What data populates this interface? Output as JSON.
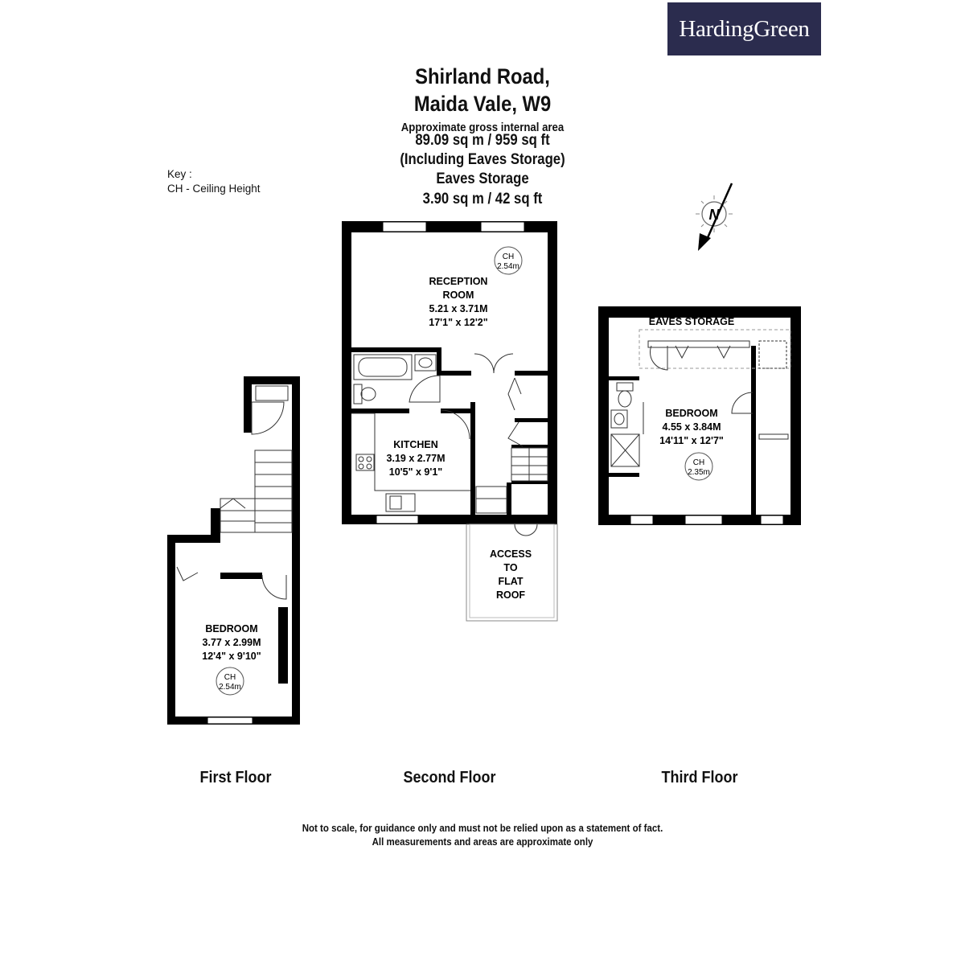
{
  "brand": {
    "logo_text": "HardingGreen",
    "bg_color": "#2b2c4e",
    "text_color": "#ffffff"
  },
  "header": {
    "address_line1": "Shirland Road,",
    "address_line2": "Maida Vale, W9",
    "area_label": "Approximate gross internal area",
    "area_value": "89.09 sq m / 959 sq ft",
    "area_note": "(Including Eaves Storage)",
    "eaves_label": "Eaves Storage",
    "eaves_value": "3.90 sq m / 42 sq ft"
  },
  "key": {
    "title": "Key :",
    "ch": "CH - Ceiling Height"
  },
  "compass": {
    "label": "N",
    "icon": "north-arrow-icon"
  },
  "rooms": {
    "reception": {
      "name1": "RECEPTION",
      "name2": "ROOM",
      "metric": "5.21 x 3.71M",
      "imperial": "17'1\" x 12'2\"",
      "ch_label": "CH",
      "ch_value": "2.54m"
    },
    "kitchen": {
      "name": "KITCHEN",
      "metric": "3.19 x 2.77M",
      "imperial": "10'5\" x 9'1\""
    },
    "access": {
      "line1": "ACCESS",
      "line2": "TO",
      "line3": "FLAT",
      "line4": "ROOF"
    },
    "bedroom_first": {
      "name": "BEDROOM",
      "metric": "3.77 x 2.99M",
      "imperial": "12'4\" x 9'10\"",
      "ch_label": "CH",
      "ch_value": "2.54m"
    },
    "bedroom_third": {
      "name": "BEDROOM",
      "metric": "4.55 x 3.84M",
      "imperial": "14'11\" x 12'7\"",
      "ch_label": "CH",
      "ch_value": "2.35m"
    },
    "eaves": {
      "name": "EAVES STORAGE"
    }
  },
  "floors": {
    "first": "First Floor",
    "second": "Second Floor",
    "third": "Third Floor"
  },
  "disclaimer": {
    "line1": "Not to scale, for guidance only and must not be relied upon as a statement of fact.",
    "line2": "All measurements and areas are approximate only"
  },
  "colors": {
    "wall": "#000000",
    "fixture_line": "#333333"
  }
}
